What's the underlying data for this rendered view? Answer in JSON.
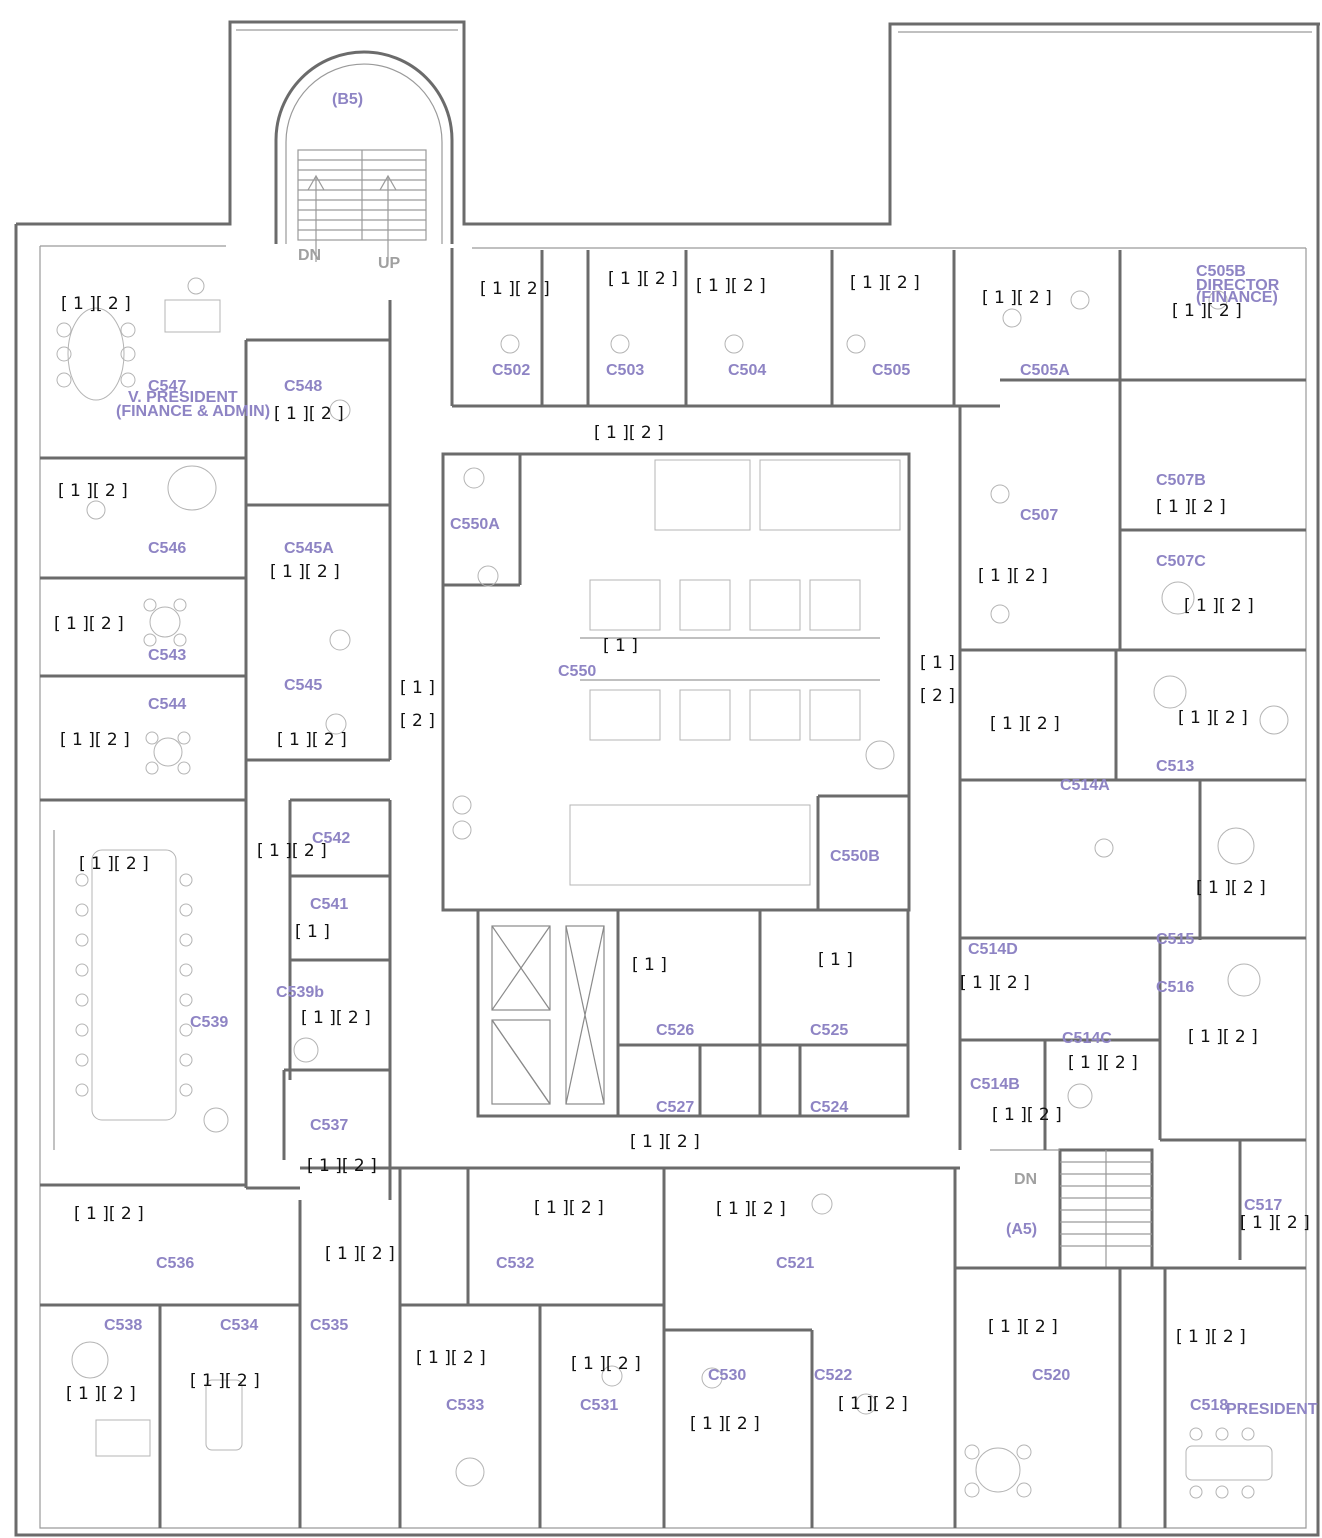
{
  "rooms": [
    {
      "id": "C547",
      "text": "C547",
      "sub": [
        "V. PRESIDENT",
        "(FINANCE & ADMIN)"
      ]
    },
    {
      "id": "C548",
      "text": "C548"
    },
    {
      "id": "C502",
      "text": "C502"
    },
    {
      "id": "C503",
      "text": "C503"
    },
    {
      "id": "C504",
      "text": "C504"
    },
    {
      "id": "C505",
      "text": "C505"
    },
    {
      "id": "C505A",
      "text": "C505A"
    },
    {
      "id": "C505B",
      "text": "C505B",
      "sub": [
        "DIRECTOR",
        "(FINANCE)"
      ]
    },
    {
      "id": "C546",
      "text": "C546"
    },
    {
      "id": "C545A",
      "text": "C545A"
    },
    {
      "id": "C550A",
      "text": "C550A"
    },
    {
      "id": "C507",
      "text": "C507"
    },
    {
      "id": "C507B",
      "text": "C507B"
    },
    {
      "id": "C507C",
      "text": "C507C"
    },
    {
      "id": "C543",
      "text": "C543"
    },
    {
      "id": "C550",
      "text": "C550"
    },
    {
      "id": "C545",
      "text": "C545"
    },
    {
      "id": "C544",
      "text": "C544"
    },
    {
      "id": "C513",
      "text": "C513"
    },
    {
      "id": "C514A",
      "text": "C514A"
    },
    {
      "id": "C542",
      "text": "C542"
    },
    {
      "id": "C550B",
      "text": "C550B"
    },
    {
      "id": "C541",
      "text": "C541"
    },
    {
      "id": "C515",
      "text": "C515"
    },
    {
      "id": "C514D",
      "text": "C514D"
    },
    {
      "id": "C539b",
      "text": "C539b"
    },
    {
      "id": "C516",
      "text": "C516"
    },
    {
      "id": "C539",
      "text": "C539"
    },
    {
      "id": "C526",
      "text": "C526"
    },
    {
      "id": "C525",
      "text": "C525"
    },
    {
      "id": "C514C",
      "text": "C514C"
    },
    {
      "id": "C514B",
      "text": "C514B"
    },
    {
      "id": "C527",
      "text": "C527"
    },
    {
      "id": "C524",
      "text": "C524"
    },
    {
      "id": "C537",
      "text": "C537"
    },
    {
      "id": "C517",
      "text": "C517"
    },
    {
      "id": "C536",
      "text": "C536"
    },
    {
      "id": "C532",
      "text": "C532"
    },
    {
      "id": "C521",
      "text": "C521"
    },
    {
      "id": "C538",
      "text": "C538"
    },
    {
      "id": "C534",
      "text": "C534"
    },
    {
      "id": "C535",
      "text": "C535"
    },
    {
      "id": "C530",
      "text": "C530"
    },
    {
      "id": "C522",
      "text": "C522"
    },
    {
      "id": "C520",
      "text": "C520"
    },
    {
      "id": "C533",
      "text": "C533"
    },
    {
      "id": "C531",
      "text": "C531"
    },
    {
      "id": "C518",
      "text": "C518",
      "sub": [
        "PRESIDENT"
      ]
    }
  ],
  "stairs": [
    {
      "id": "B5",
      "text": "(B5)",
      "down": "DN",
      "up": "UP"
    },
    {
      "id": "A5",
      "text": "(A5)",
      "down": "DN"
    }
  ],
  "markers": {
    "m1_2": "[ 1 ][ 2 ]",
    "m1": "[ 1 ]",
    "m2": "[ 2 ]"
  },
  "colors": {
    "room_label": "#8e84c4",
    "wall": "#6b6b6b",
    "furniture": "#b4b4b4",
    "marker": "#111111"
  }
}
